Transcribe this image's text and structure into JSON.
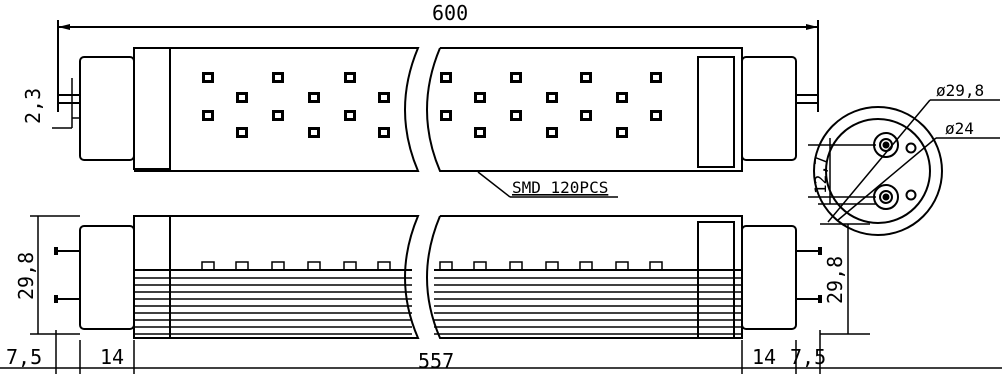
{
  "dimensions": {
    "total_length": "600",
    "pin_spacing_top": "2,3",
    "led_label": "SMD 120PCS",
    "outer_diameter": "ø29,8",
    "inner_diameter": "ø24",
    "pin_gap": "12,7",
    "height_left": "29,8",
    "height_right": "29,8",
    "cap_left": "7,5",
    "end_left": "14",
    "body_length": "557",
    "end_right": "14",
    "cap_right": "7,5"
  }
}
